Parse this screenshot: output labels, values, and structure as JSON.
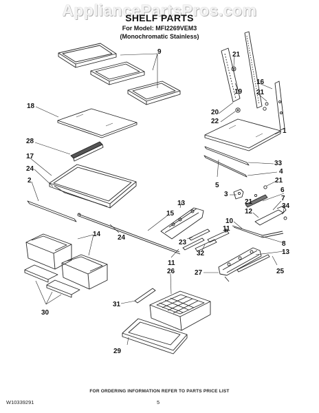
{
  "watermark": "AppliancePartsPros.com",
  "header": {
    "title": "SHELF PARTS",
    "model_line": "For Model: MFI2269VEM3",
    "finish_line": "(Monochromatic Stainless)"
  },
  "callouts": [
    "9",
    "21",
    "16",
    "21",
    "19",
    "18",
    "20",
    "22",
    "1",
    "28",
    "33",
    "17",
    "4",
    "24",
    "21",
    "2",
    "5",
    "6",
    "3",
    "7",
    "21",
    "13",
    "12",
    "34",
    "15",
    "10",
    "11",
    "14",
    "24",
    "23",
    "32",
    "8",
    "11",
    "13",
    "26",
    "27",
    "25",
    "31",
    "30",
    "29"
  ],
  "footer": {
    "order_info": "FOR ORDERING INFORMATION REFER TO PARTS PRICE LIST",
    "doc_number": "W10339291",
    "page_number": "5"
  }
}
